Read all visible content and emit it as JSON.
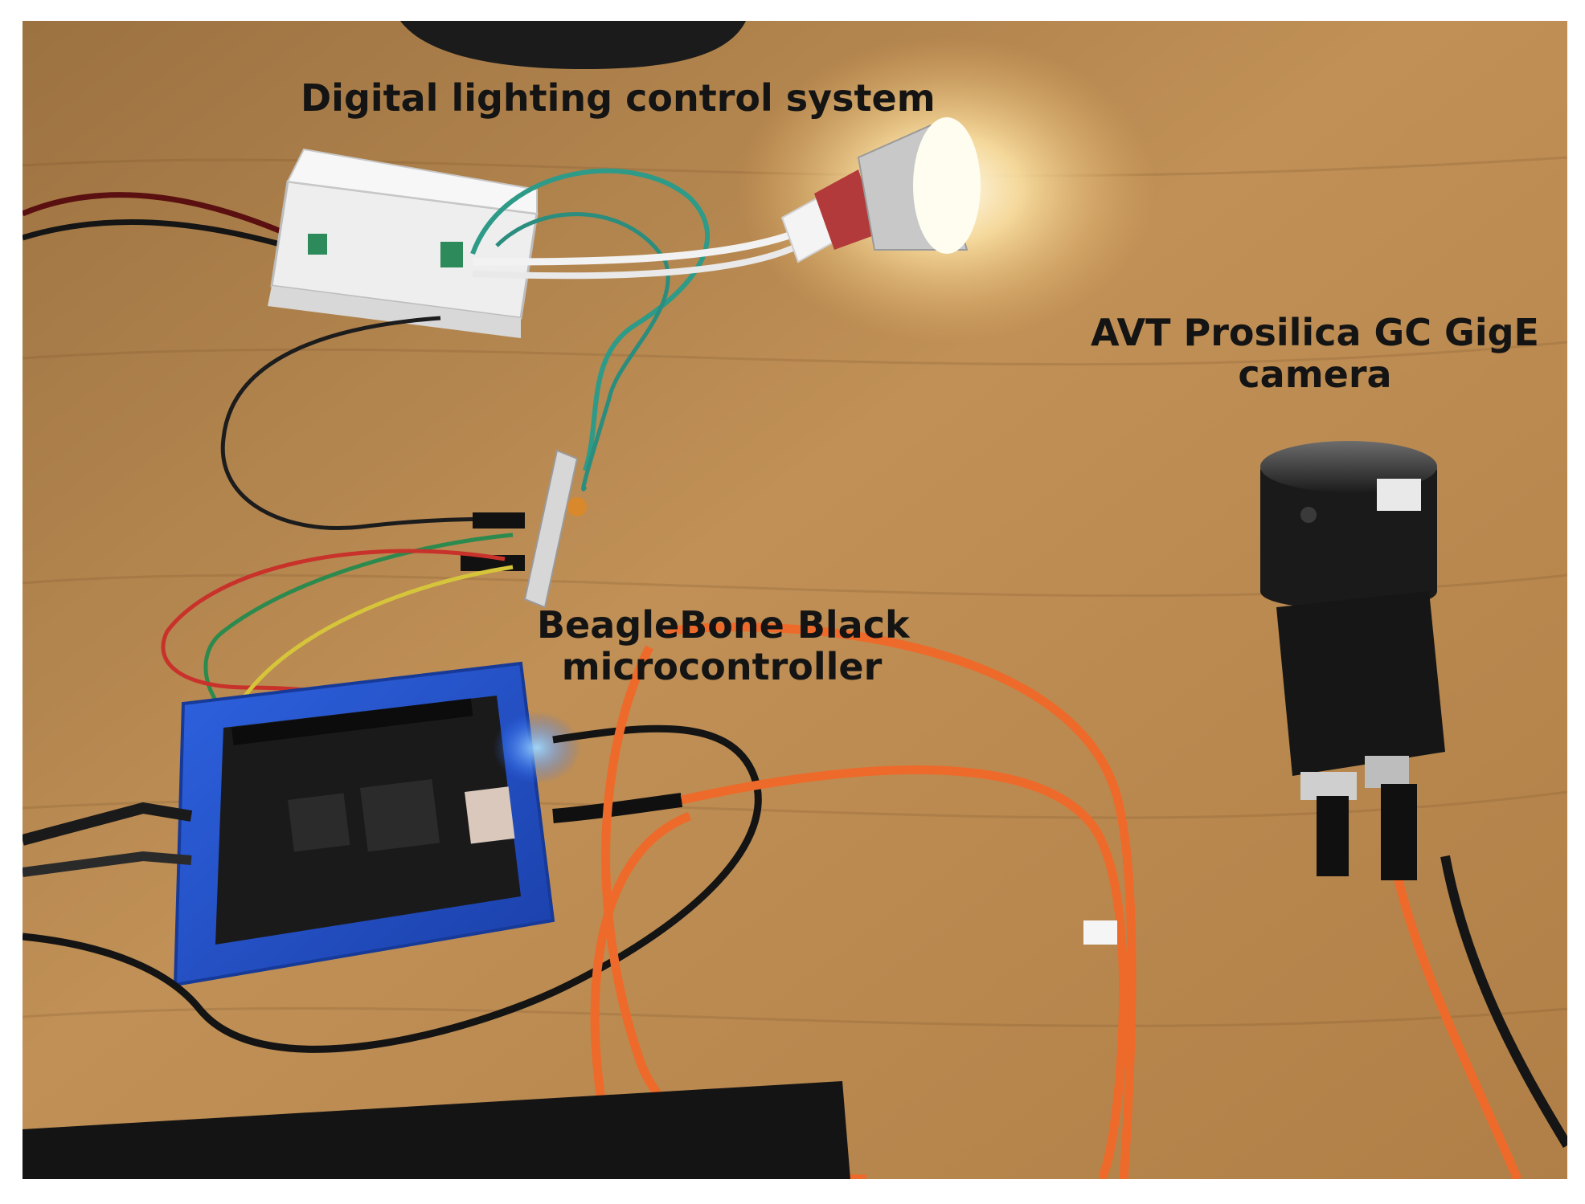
{
  "photo": {
    "colors": {
      "desk": "#b98a4f",
      "label_text": "#141414",
      "orange_cable": "#ee6a2a",
      "blue_case": "#1e4fc8",
      "camera_body": "#161616",
      "teal_wire": "#2e9a88"
    },
    "labels": {
      "lighting": "Digital lighting control system",
      "camera_line1": "AVT Prosilica GC GigE",
      "camera_line2": "camera",
      "mcu_line1": "BeagleBone Black",
      "mcu_line2": "microcontroller"
    }
  }
}
